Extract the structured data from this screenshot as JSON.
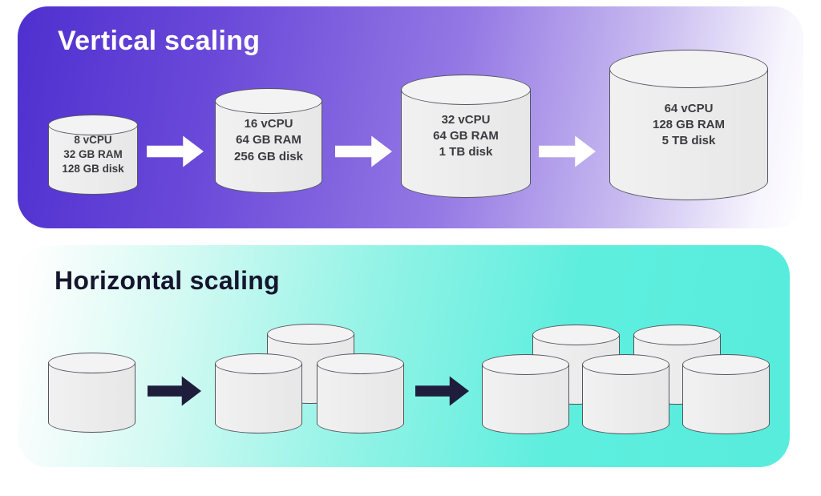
{
  "vertical_panel": {
    "title": "Vertical scaling",
    "title_color": "#ffffff",
    "background_gradient": [
      "#4f30cf",
      "#9478e4",
      "#ffffff"
    ],
    "arrow_color": "#ffffff",
    "servers": [
      {
        "specs": [
          "8 vCPU",
          "32 GB RAM",
          "128 GB disk"
        ]
      },
      {
        "specs": [
          "16 vCPU",
          "64 GB RAM",
          "256 GB disk"
        ]
      },
      {
        "specs": [
          "32 vCPU",
          "64 GB RAM",
          "1 TB disk"
        ]
      },
      {
        "specs": [
          "64 vCPU",
          "128 GB RAM",
          "5 TB disk"
        ]
      }
    ]
  },
  "horizontal_panel": {
    "title": "Horizontal scaling",
    "title_color": "#15152e",
    "background_gradient": [
      "#ffffff",
      "#93f3e6",
      "#57ecdc"
    ],
    "arrow_color": "#1e1e3c",
    "server_group_counts": [
      1,
      3,
      5
    ]
  },
  "cylinder_style": {
    "fill": "#ebebeb",
    "top_fill": "#f3f3f4",
    "stroke": "#55555e",
    "label_color": "#3b3b3f"
  }
}
